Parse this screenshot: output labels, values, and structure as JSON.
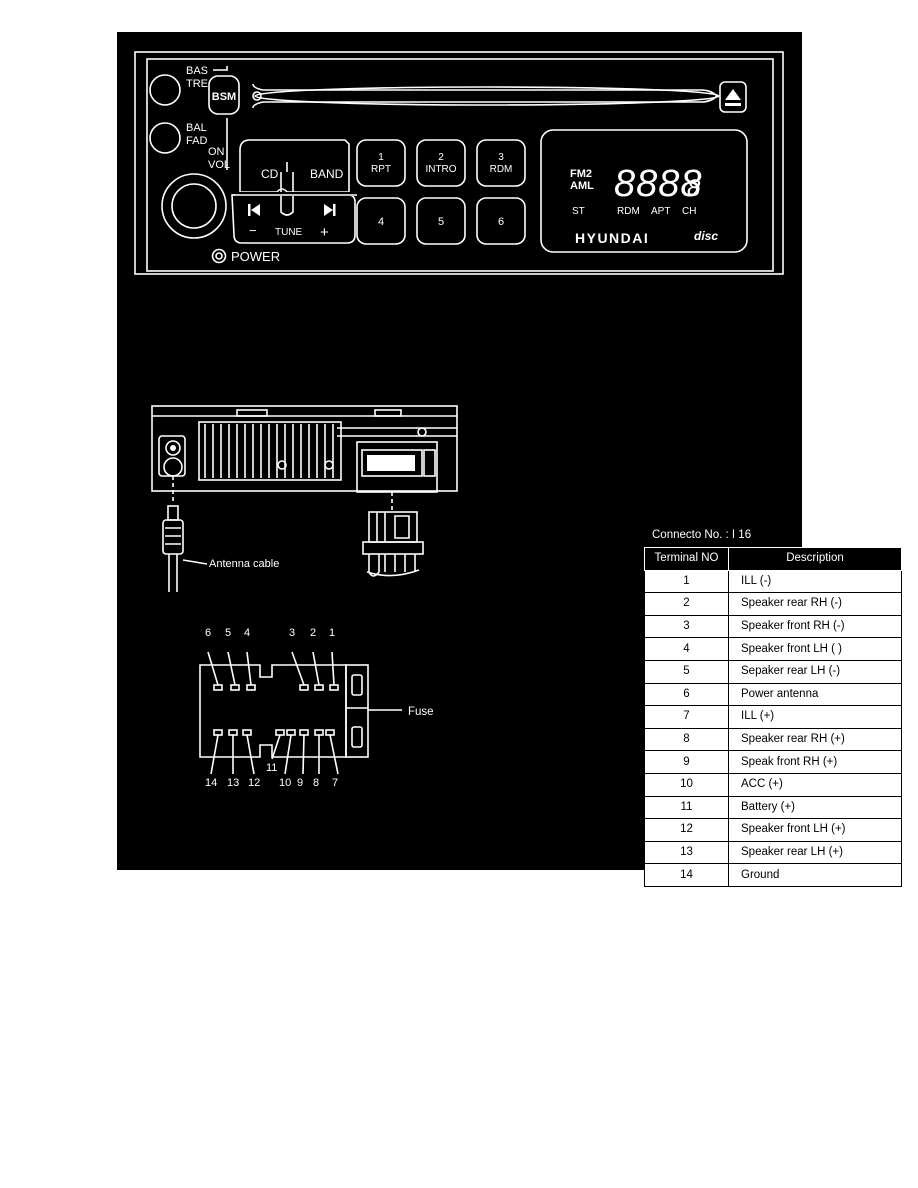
{
  "radio": {
    "bas_label": "BAS",
    "tre_label": "TRE",
    "bsm_label": "BSM",
    "bal_label": "BAL",
    "fad_label": "FAD",
    "on_label": "ON",
    "vol_label": "VOL",
    "cd_label": "CD",
    "band_label": "BAND",
    "tune_label": "TUNE",
    "minus": "−",
    "plus": "+",
    "power_label": "POWER",
    "presets": [
      {
        "num": "1",
        "label": "RPT"
      },
      {
        "num": "2",
        "label": "INTRO"
      },
      {
        "num": "3",
        "label": "RDM"
      },
      {
        "num": "4",
        "label": ""
      },
      {
        "num": "5",
        "label": ""
      },
      {
        "num": "6",
        "label": ""
      }
    ],
    "display": {
      "band": "FM2",
      "aml": "AML",
      "digits": "8888",
      "small_digit": "8",
      "st": "ST",
      "rdm": "RDM",
      "apt": "APT",
      "ch": "CH",
      "brand": "HYUNDAI",
      "disc": "disc"
    }
  },
  "rear_view": {
    "antenna_label": "Antenna cable"
  },
  "pinout": {
    "top_pins": [
      "6",
      "5",
      "4",
      "3",
      "2",
      "1"
    ],
    "bottom_pins": [
      "14",
      "13",
      "12",
      "11",
      "10",
      "9",
      "8",
      "7"
    ],
    "fuse_label": "Fuse"
  },
  "connector_caption": "Connecto No. : I 16",
  "table": {
    "headers": [
      "Terminal NO",
      "Description"
    ],
    "rows": [
      {
        "no": "1",
        "desc": "ILL (-)"
      },
      {
        "no": "2",
        "desc": "Speaker rear RH (-)"
      },
      {
        "no": "3",
        "desc": "Speaker front RH (-)"
      },
      {
        "no": "4",
        "desc": "Speaker front LH ( )"
      },
      {
        "no": "5",
        "desc": "Sepaker rear LH (-)"
      },
      {
        "no": "6",
        "desc": "Power antenna"
      },
      {
        "no": "7",
        "desc": "ILL (+)"
      },
      {
        "no": "8",
        "desc": "Speaker rear RH (+)"
      },
      {
        "no": "9",
        "desc": "Speak front RH (+)"
      },
      {
        "no": "10",
        "desc": "ACC (+)"
      },
      {
        "no": "11",
        "desc": "Battery (+)"
      },
      {
        "no": "12",
        "desc": "Speaker front LH (+)"
      },
      {
        "no": "13",
        "desc": "Speaker rear LH (+)"
      },
      {
        "no": "14",
        "desc": "Ground"
      }
    ]
  }
}
